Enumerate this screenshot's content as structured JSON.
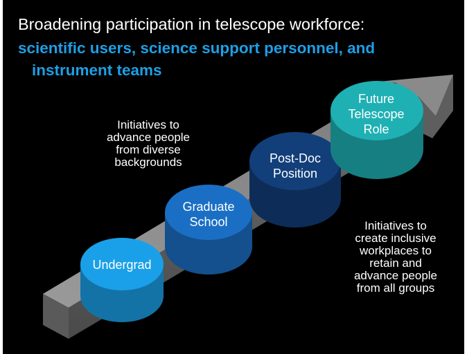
{
  "title": {
    "line1": "Broadening participation in telescope workforce:",
    "line2": "scientific users, science support personnel, and",
    "line3": "instrument teams"
  },
  "notes": {
    "left": "Initiatives to\nadvance people\nfrom diverse\nbackgrounds",
    "right": "Initiatives to\ncreate inclusive\nworkplaces to\nretain and\nadvance people\nfrom all groups"
  },
  "stages": [
    {
      "label": "Undergrad",
      "color": "#1aa0e8"
    },
    {
      "label": "Graduate\nSchool",
      "color": "#1a6fc4"
    },
    {
      "label": "Post-Doc\nPosition",
      "color": "#123f7a"
    },
    {
      "label": "Future\nTelescope\nRole",
      "color": "#1fb0b4"
    }
  ],
  "colors": {
    "background": "#000000",
    "title_accent": "#1e9fe6",
    "arrow_top": "#8e8e8e",
    "arrow_front": "#6d6d6d"
  }
}
